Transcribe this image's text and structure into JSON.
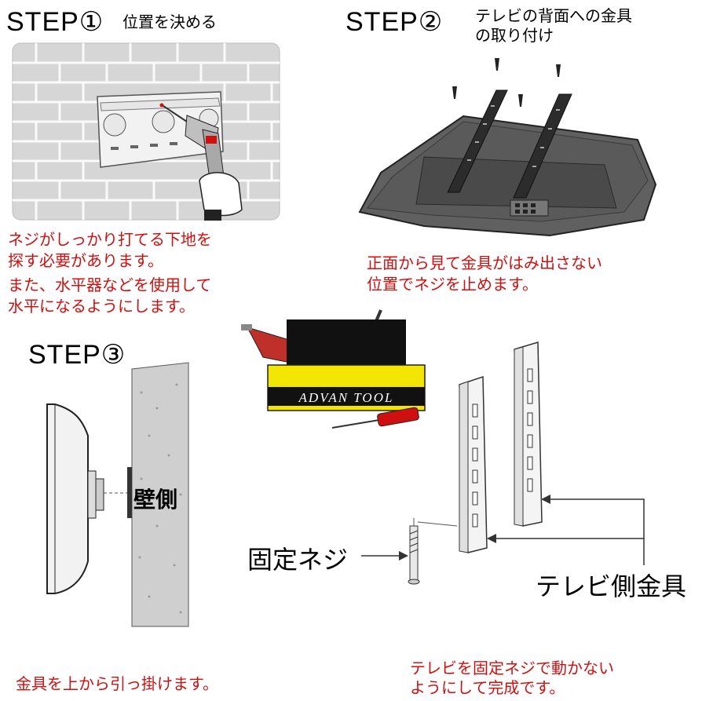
{
  "step1": {
    "title": "STEP①",
    "subtitle": "位置を決める",
    "note": [
      "ネジがしっかり打てる下地を",
      "探す必要があります。",
      "また、水平器などを使用して",
      "水平になるようにします。"
    ]
  },
  "step2": {
    "title": "STEP②",
    "subtitle": [
      "テレビの背面への金具",
      "の取り付け"
    ],
    "note": [
      "正面から見て金具がはみ出さない",
      "位置でネジを止めます。"
    ]
  },
  "step3": {
    "title": "STEP③",
    "wall_label": "壁側",
    "note": "金具を上から引っ掛けます。"
  },
  "toolbox": {
    "brand": "ADVAN TOOL"
  },
  "parts": {
    "screw_label": "固定ネジ",
    "bracket_label": "テレビ側金具",
    "note": [
      "テレビを固定ネジで動かない",
      "ようにして完成です。"
    ]
  },
  "colors": {
    "note_red": "#d01010",
    "toolbox_yellow": "#f2e600",
    "drill_red": "#c0302a",
    "wall_gray": "#d9d9d9"
  }
}
